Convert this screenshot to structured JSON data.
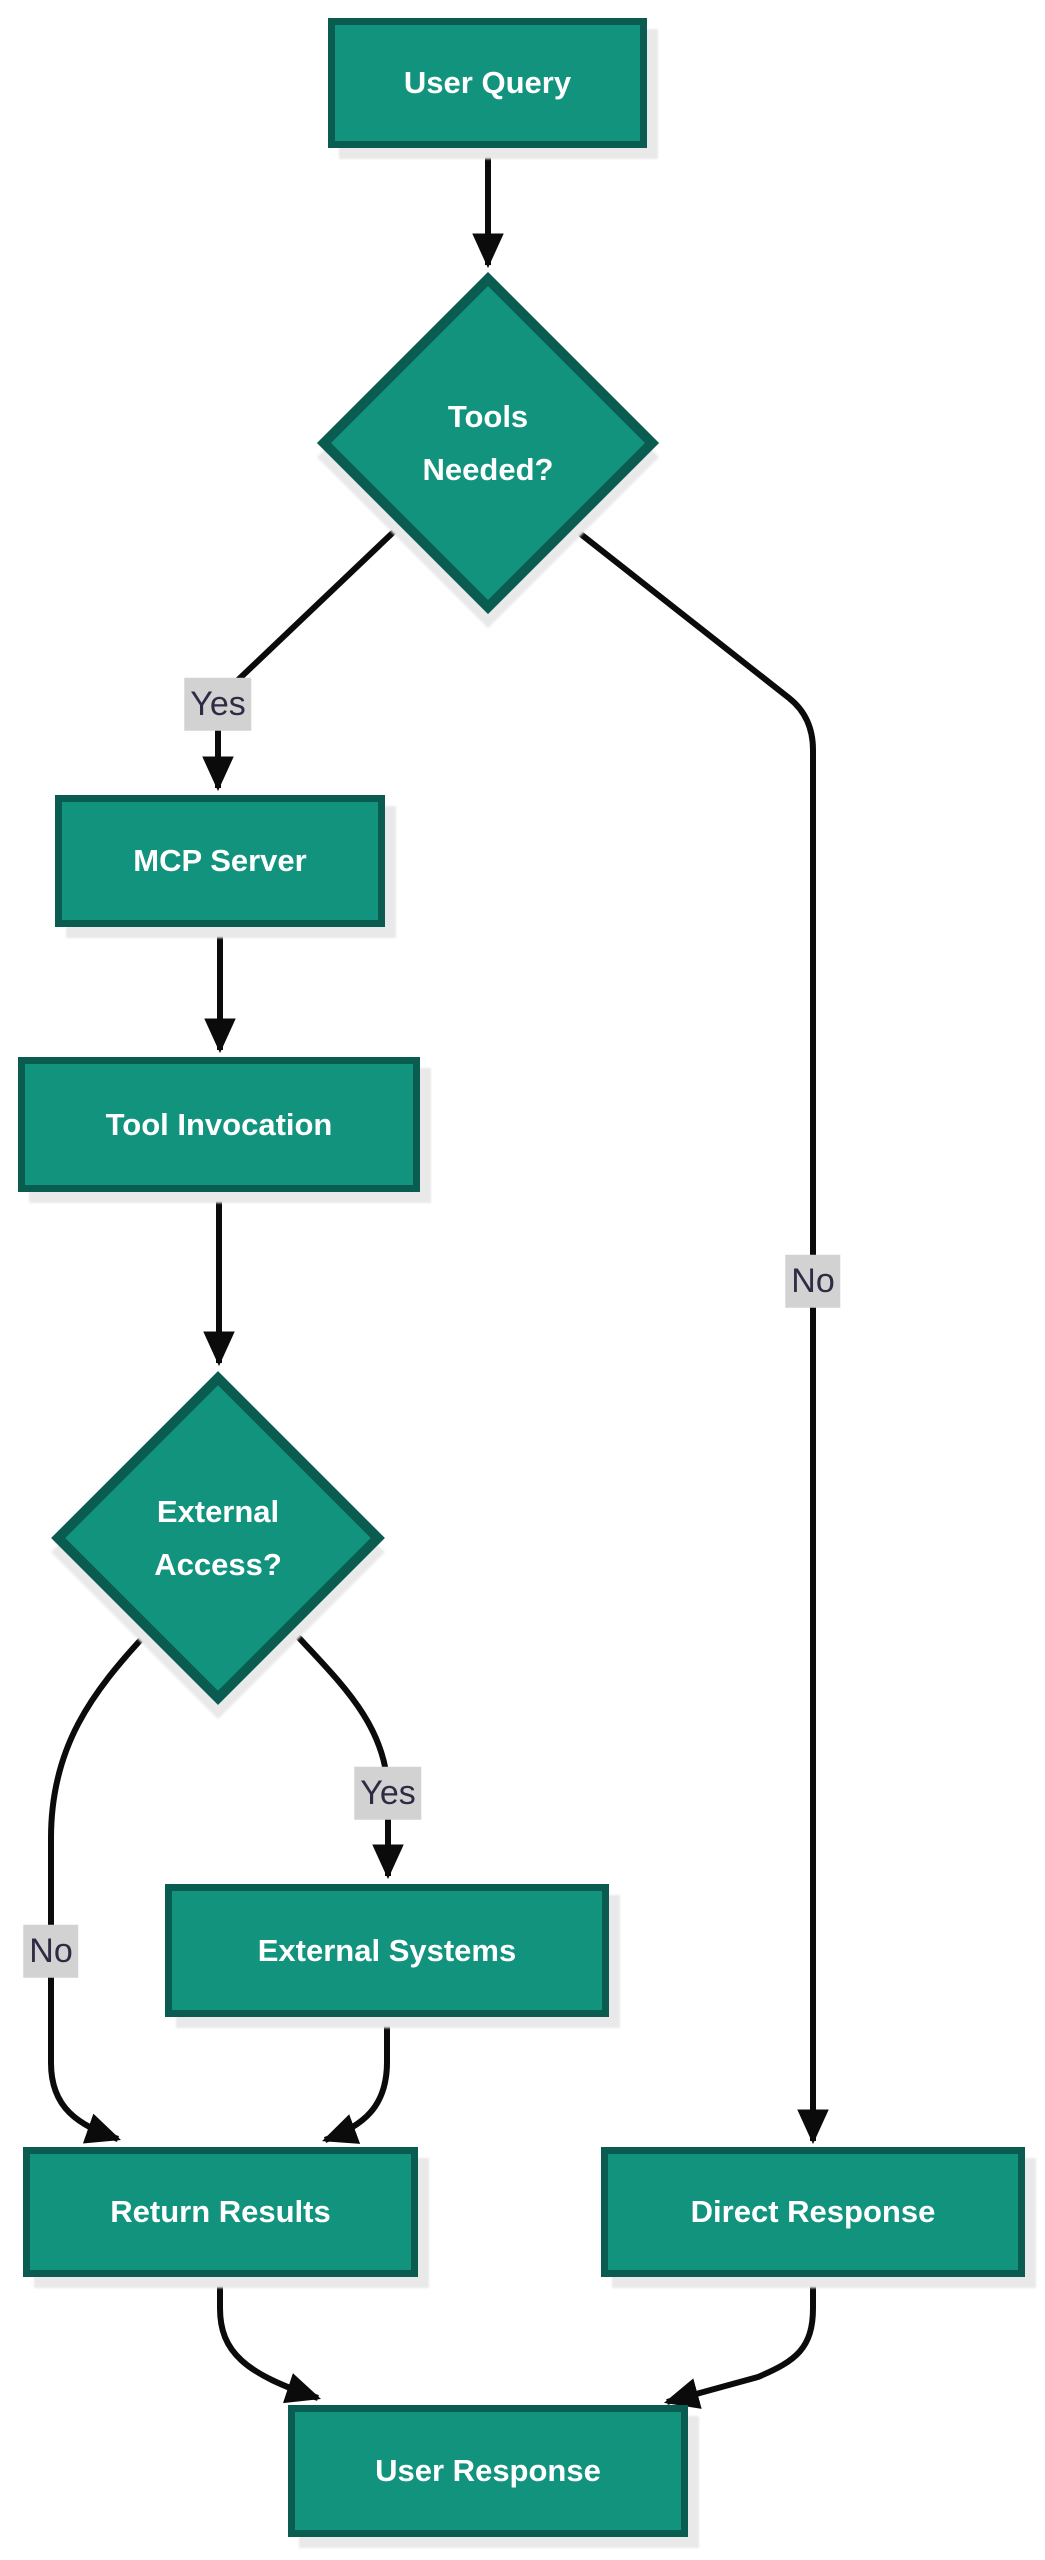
{
  "diagram": {
    "type": "flowchart",
    "direction": "top-down",
    "nodes": {
      "user_query": {
        "label": "User Query",
        "shape": "rectangle"
      },
      "tools_needed": {
        "label": "Tools Needed?",
        "shape": "diamond"
      },
      "mcp_server": {
        "label": "MCP Server",
        "shape": "rectangle"
      },
      "tool_invocation": {
        "label": "Tool Invocation",
        "shape": "rectangle"
      },
      "external_access": {
        "label": "External Access?",
        "shape": "diamond"
      },
      "external_systems": {
        "label": "External Systems",
        "shape": "rectangle"
      },
      "return_results": {
        "label": "Return Results",
        "shape": "rectangle"
      },
      "direct_response": {
        "label": "Direct Response",
        "shape": "rectangle"
      },
      "user_response": {
        "label": "User Response",
        "shape": "rectangle"
      }
    },
    "edge_labels": {
      "tools_needed_yes": "Yes",
      "tools_needed_no": "No",
      "external_access_yes": "Yes",
      "external_access_no": "No"
    },
    "edges": [
      {
        "from": "user_query",
        "to": "tools_needed",
        "label": ""
      },
      {
        "from": "tools_needed",
        "to": "mcp_server",
        "label": "Yes"
      },
      {
        "from": "tools_needed",
        "to": "direct_response",
        "label": "No"
      },
      {
        "from": "mcp_server",
        "to": "tool_invocation",
        "label": ""
      },
      {
        "from": "tool_invocation",
        "to": "external_access",
        "label": ""
      },
      {
        "from": "external_access",
        "to": "external_systems",
        "label": "Yes"
      },
      {
        "from": "external_access",
        "to": "return_results",
        "label": "No"
      },
      {
        "from": "external_systems",
        "to": "return_results",
        "label": ""
      },
      {
        "from": "return_results",
        "to": "user_response",
        "label": ""
      },
      {
        "from": "direct_response",
        "to": "user_response",
        "label": ""
      }
    ],
    "colors": {
      "node_fill": "#12937E",
      "node_border": "#0A5B50",
      "node_text": "#FFFFFF",
      "edge_line": "#0B0B0B",
      "edge_label_bg": "#D2D2D2",
      "edge_label_text": "#2E2C44",
      "shadow": "#E9E9E9",
      "background": "#FFFFFF"
    }
  }
}
